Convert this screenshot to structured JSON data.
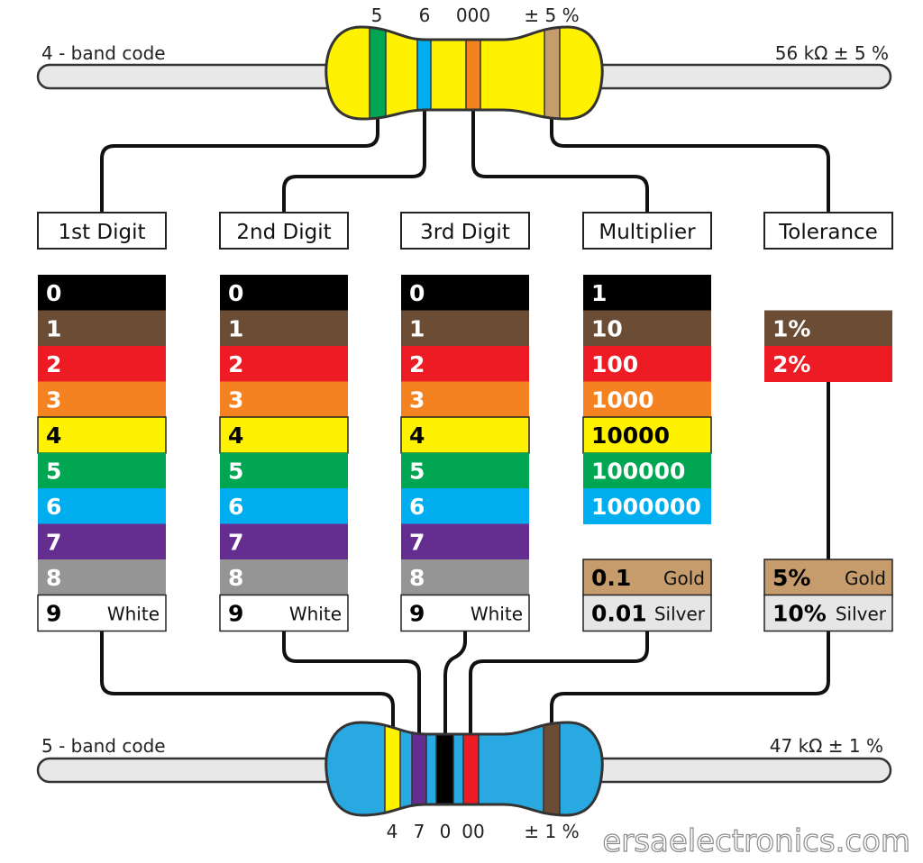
{
  "colors": {
    "black": "#000000",
    "brown": "#6b4c35",
    "red": "#ed1c24",
    "orange": "#f58220",
    "yellow": "#fff200",
    "green": "#00a651",
    "blue": "#00aeef",
    "violet": "#662d91",
    "gray": "#959595",
    "white": "#ffffff",
    "gold": "#c69c6d",
    "silver": "#e6e6e6",
    "resistor_body_4band": "#fff200",
    "resistor_body_5band": "#29a9e1",
    "lead": "#e8e8e8"
  },
  "four_band": {
    "label": "4 - band code",
    "value": "56 kΩ ± 5 %",
    "band_labels": [
      "5",
      "6",
      "000",
      "± 5 %"
    ],
    "bands": [
      "green",
      "blue",
      "orange",
      "gold"
    ]
  },
  "five_band": {
    "label": "5 - band code",
    "value": "47 kΩ ± 1 %",
    "band_labels": [
      "4",
      "7",
      "0",
      "00",
      "± 1 %"
    ],
    "bands": [
      "yellow",
      "violet",
      "black",
      "red",
      "brown"
    ]
  },
  "columns": [
    {
      "id": "first-digit",
      "header": "1st Digit",
      "cells": [
        {
          "text": "0",
          "color": "black"
        },
        {
          "text": "1",
          "color": "brown"
        },
        {
          "text": "2",
          "color": "red"
        },
        {
          "text": "3",
          "color": "orange"
        },
        {
          "text": "4",
          "color": "yellow"
        },
        {
          "text": "5",
          "color": "green"
        },
        {
          "text": "6",
          "color": "blue"
        },
        {
          "text": "7",
          "color": "violet"
        },
        {
          "text": "8",
          "color": "gray"
        },
        {
          "text": "9",
          "color": "white",
          "name": "White"
        }
      ]
    },
    {
      "id": "second-digit",
      "header": "2nd Digit",
      "cells": [
        {
          "text": "0",
          "color": "black"
        },
        {
          "text": "1",
          "color": "brown"
        },
        {
          "text": "2",
          "color": "red"
        },
        {
          "text": "3",
          "color": "orange"
        },
        {
          "text": "4",
          "color": "yellow"
        },
        {
          "text": "5",
          "color": "green"
        },
        {
          "text": "6",
          "color": "blue"
        },
        {
          "text": "7",
          "color": "violet"
        },
        {
          "text": "8",
          "color": "gray"
        },
        {
          "text": "9",
          "color": "white",
          "name": "White"
        }
      ]
    },
    {
      "id": "third-digit",
      "header": "3rd Digit",
      "cells": [
        {
          "text": "0",
          "color": "black"
        },
        {
          "text": "1",
          "color": "brown"
        },
        {
          "text": "2",
          "color": "red"
        },
        {
          "text": "3",
          "color": "orange"
        },
        {
          "text": "4",
          "color": "yellow"
        },
        {
          "text": "5",
          "color": "green"
        },
        {
          "text": "6",
          "color": "blue"
        },
        {
          "text": "7",
          "color": "violet"
        },
        {
          "text": "8",
          "color": "gray"
        },
        {
          "text": "9",
          "color": "white",
          "name": "White"
        }
      ]
    },
    {
      "id": "multiplier",
      "header": "Multiplier",
      "cells": [
        {
          "text": "1",
          "color": "black"
        },
        {
          "text": "10",
          "color": "brown"
        },
        {
          "text": "100",
          "color": "red"
        },
        {
          "text": "1000",
          "color": "orange"
        },
        {
          "text": "10000",
          "color": "yellow"
        },
        {
          "text": "100000",
          "color": "green"
        },
        {
          "text": "1000000",
          "color": "blue"
        },
        null,
        {
          "text": "0.1",
          "color": "gold",
          "name": "Gold"
        },
        {
          "text": "0.01",
          "color": "silver",
          "name": "Silver"
        }
      ]
    },
    {
      "id": "tolerance",
      "header": "Tolerance",
      "cells": [
        null,
        {
          "text": "1%",
          "color": "brown"
        },
        {
          "text": "2%",
          "color": "red"
        },
        null,
        null,
        null,
        null,
        null,
        {
          "text": "5%",
          "color": "gold",
          "name": "Gold"
        },
        {
          "text": "10%",
          "color": "silver",
          "name": "Silver"
        }
      ]
    }
  ],
  "watermark": "ersaelectronics.com"
}
